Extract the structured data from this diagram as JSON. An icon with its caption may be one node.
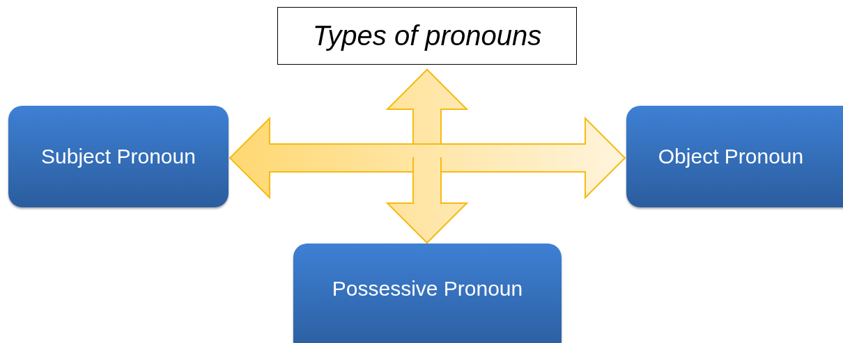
{
  "diagram": {
    "nodes": [
      {
        "text": [
          "Types of pronouns"
        ]
      },
      {
        "text": [
          "Subject Pronoun"
        ]
      },
      {
        "text": [
          "Object Pronoun"
        ]
      },
      {
        "text": [
          "Possessive Pronoun"
        ]
      }
    ],
    "edges": [
      {
        "from": null,
        "to": 0,
        "arrow": "to"
      },
      {
        "from": null,
        "to": 1,
        "arrow": "to"
      },
      {
        "from": null,
        "to": 2,
        "arrow": "to"
      },
      {
        "from": null,
        "to": 3,
        "arrow": "to"
      }
    ]
  }
}
